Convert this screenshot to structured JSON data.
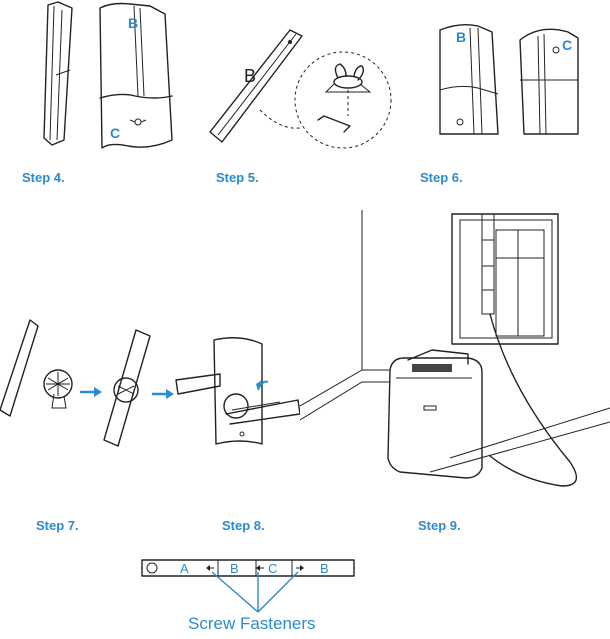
{
  "steps": {
    "s4": "Step 4.",
    "s5": "Step 5.",
    "s6": "Step 6.",
    "s7": "Step 7.",
    "s8": "Step 8.",
    "s9": "Step 9."
  },
  "part_letters": {
    "b": "B",
    "c": "C"
  },
  "strip": {
    "segments": [
      "A",
      "B",
      "C",
      "B"
    ]
  },
  "caption": "Screw Fasteners",
  "colors": {
    "accent": "#2a8bd0",
    "line": "#222222"
  }
}
